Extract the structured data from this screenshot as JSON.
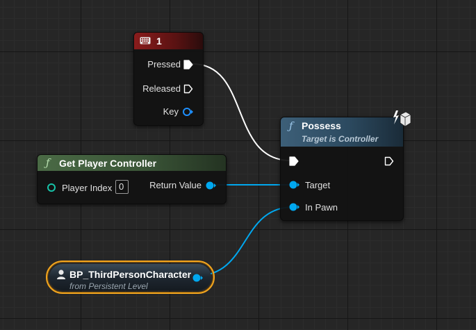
{
  "input_key_node": {
    "title": "1",
    "pins": {
      "pressed": "Pressed",
      "released": "Released",
      "key": "Key"
    }
  },
  "possess_node": {
    "title": "Possess",
    "subtitle": "Target is Controller",
    "pins": {
      "target": "Target",
      "in_pawn": "In Pawn"
    }
  },
  "get_player_controller_node": {
    "title": "Get Player Controller",
    "pins": {
      "player_index": "Player Index",
      "player_index_value": "0",
      "return_value": "Return Value"
    }
  },
  "character_ref_node": {
    "title": "BP_ThirdPersonCharacter",
    "subtitle": "from Persistent Level"
  },
  "colors": {
    "background": "#262626",
    "exec_wire": "#ffffff",
    "object_pin": "#00a8f0",
    "struct_pin": "#17c3a8",
    "input_header": "#8a1c1c",
    "function_header": "#3d5f78",
    "pure_function_header": "#4a6a45",
    "selected_outline": "#f2a51f"
  }
}
